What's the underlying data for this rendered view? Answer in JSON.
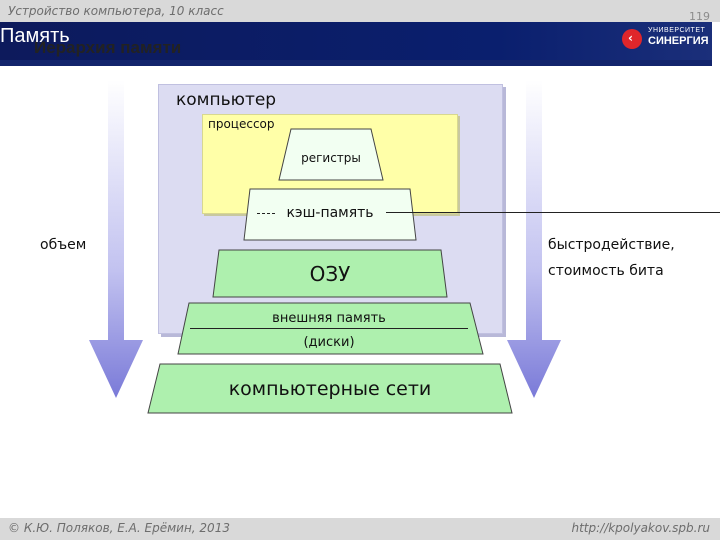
{
  "header": {
    "course": "Устройство компьютера, 10 класс",
    "page_number": "119",
    "title": "Память",
    "subtitle": "Иерархия памяти",
    "logo_small": "УНИВЕРСИТЕТ",
    "logo_big": "СИНЕРГИЯ"
  },
  "diagram": {
    "computer_label": "компьютер",
    "cpu_label": "процессор",
    "levels": {
      "registers": "регистры",
      "cache": "кэш-память",
      "ram": "ОЗУ",
      "external_line1": "внешняя память",
      "external_line2": "(диски)",
      "networks": "компьютерные сети"
    },
    "left_label": "объем",
    "right_label_line1": "быстродействие,",
    "right_label_line2": "стоимость бита"
  },
  "footer": {
    "authors": "© К.Ю. Поляков, Е.А. Ерёмин, 2013",
    "url": "http://kpolyakov.spb.ru"
  },
  "colors": {
    "title_bar": "#0d1a5c",
    "computer_box": "#dcdcf2",
    "cpu_box": "#ffffa8",
    "green_levels": "#aef0ae",
    "light_levels": "#f2fff2",
    "arrow": "#8f8fe0"
  }
}
